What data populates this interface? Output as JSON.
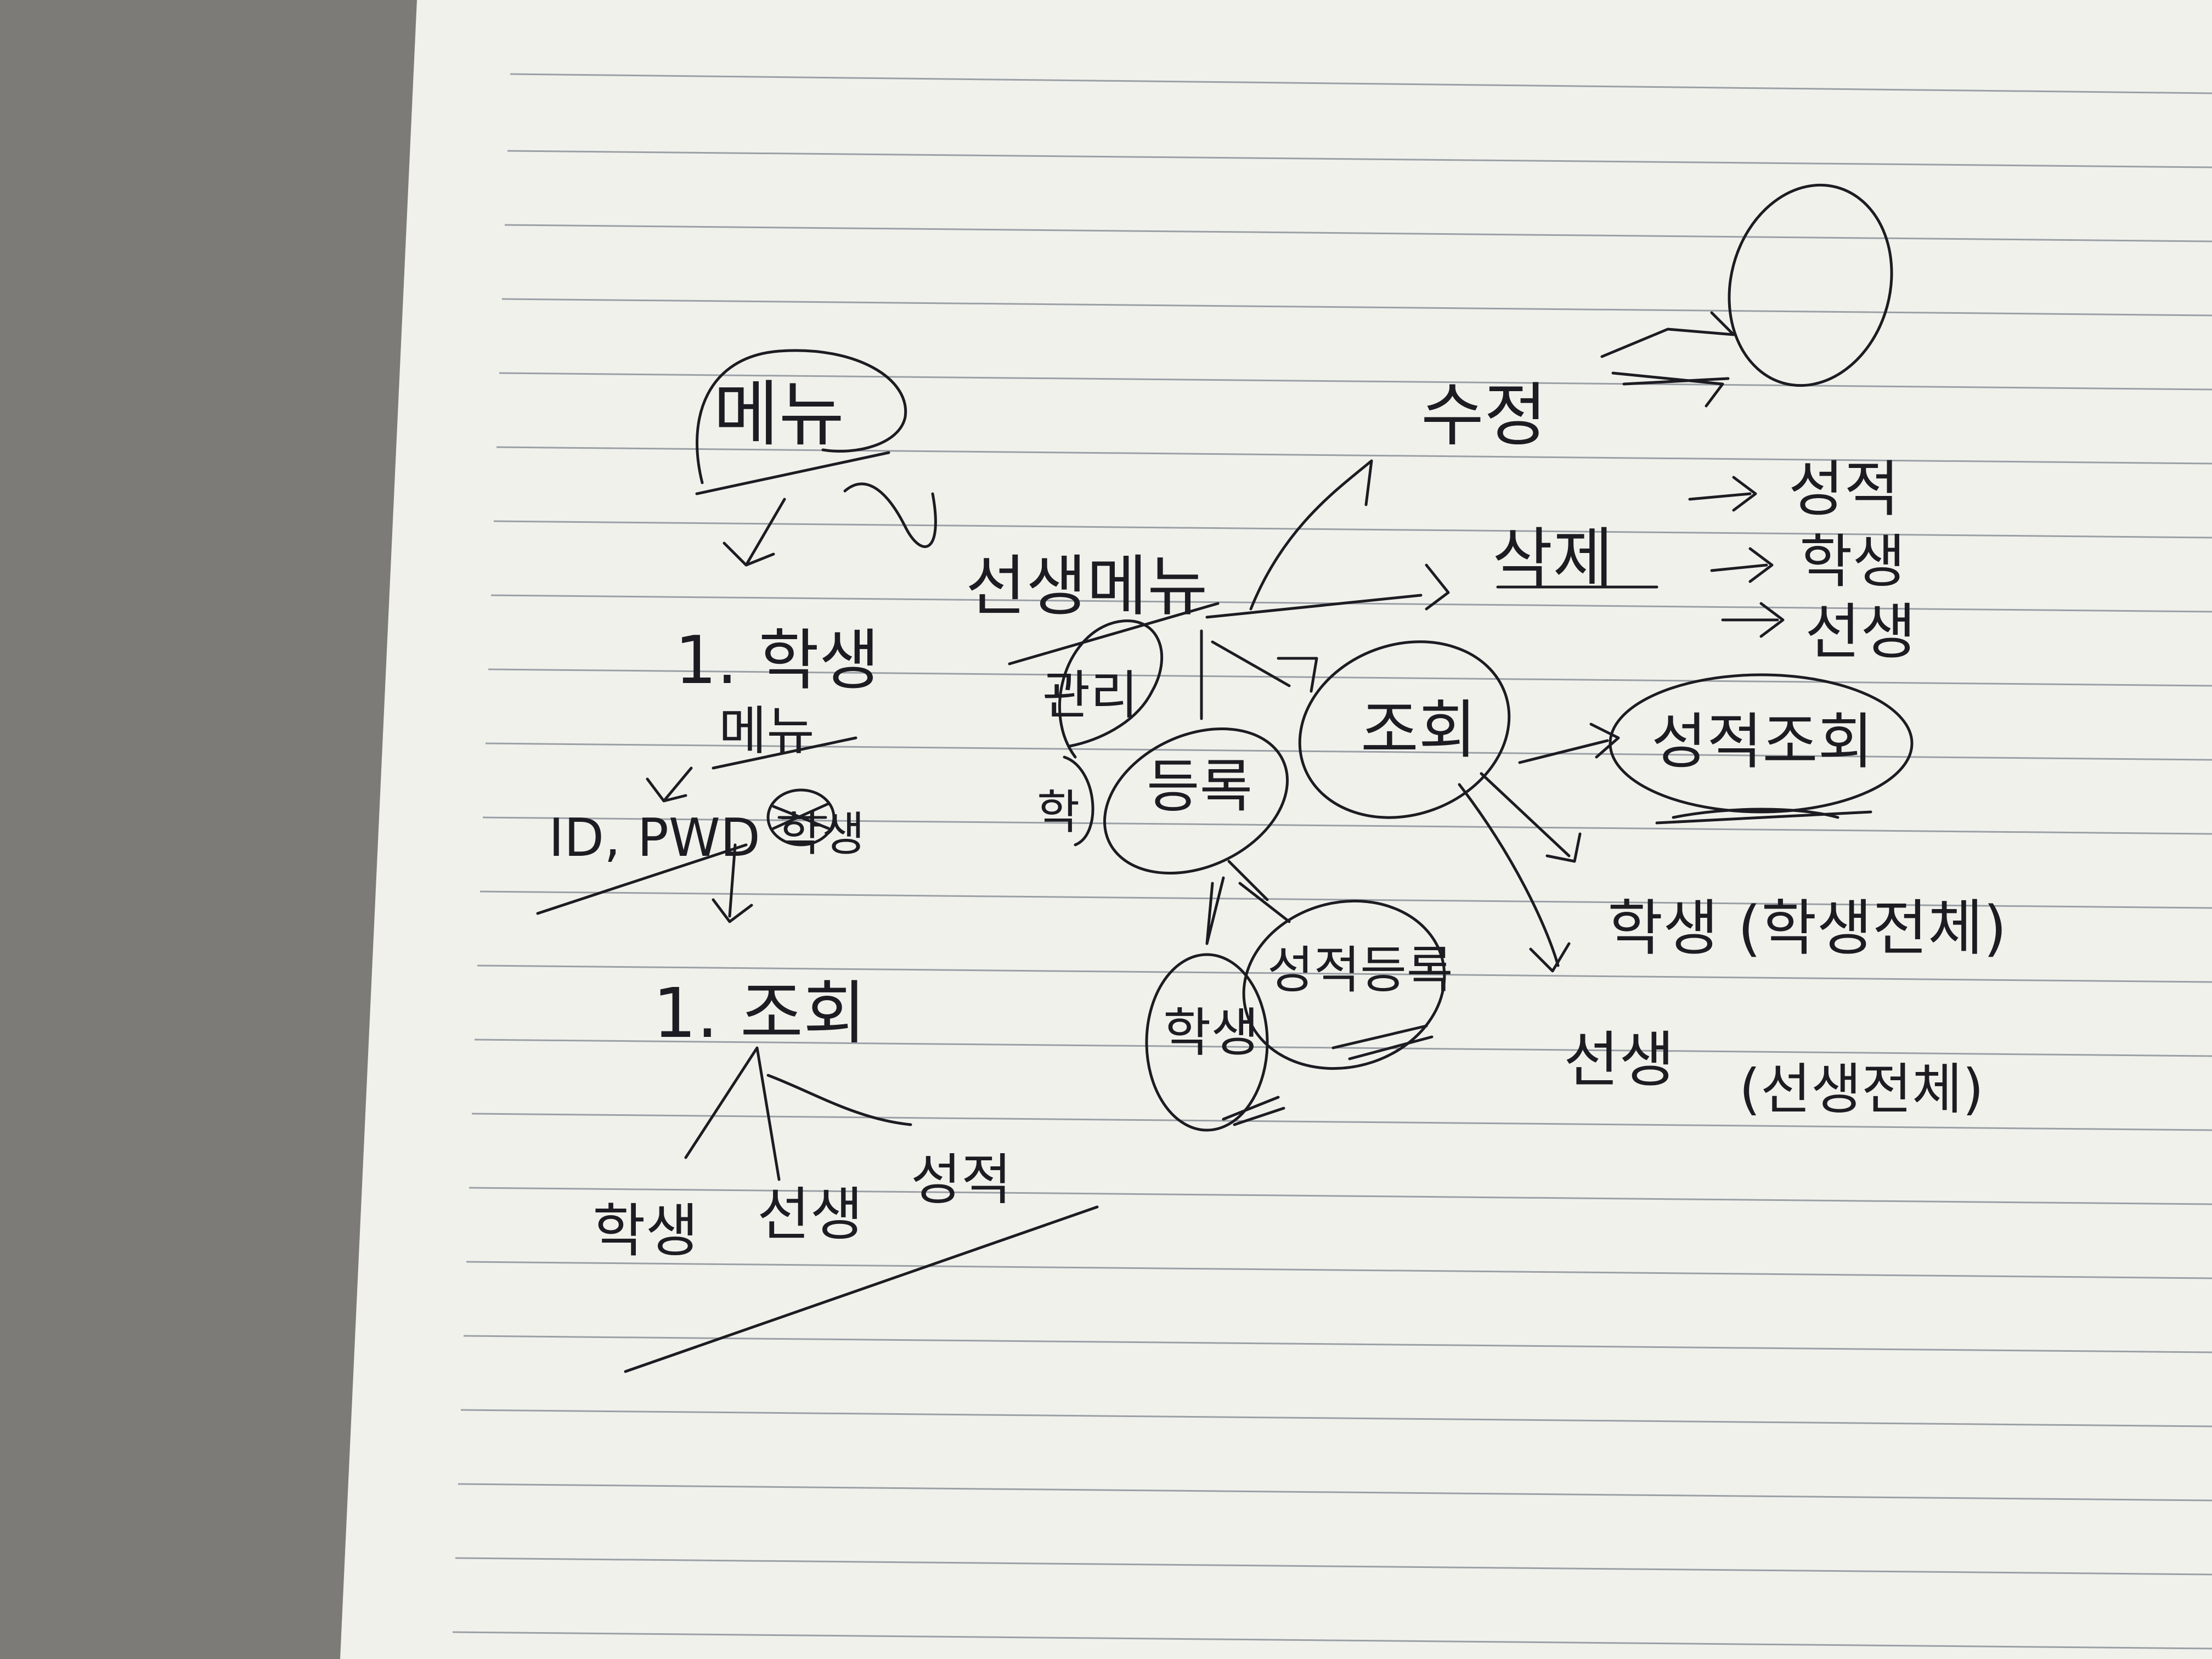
{
  "page": {
    "background_color": "#7d7b77",
    "paper_color": "#f1f1ec",
    "ink_color": "#1c1c22",
    "rule_color": "#9aa0a6"
  },
  "left_flow": {
    "menu_label": "메뉴",
    "student_item": "1. 학생",
    "sub_menu_label": "메뉴",
    "id_pwd": "ID, PWD",
    "scribbled_label": "학생",
    "lookup_item": "1. 조회",
    "branches": [
      "학생",
      "선생",
      "성적"
    ]
  },
  "teacher_flow": {
    "teacher_menu": "선생메뉴",
    "circled_note": "관리",
    "side_note": "학",
    "register": "등록",
    "student_bubble": "학생",
    "grade_register_bubble": "성적등록"
  },
  "right_flow": {
    "edit": "수정",
    "delete": "삭제",
    "delete_targets": [
      "성적",
      "학생",
      "선생"
    ],
    "lookup": "조회",
    "grade_lookup": "성적조회",
    "student_lookup": "학생 (학생전체)",
    "teacher_lookup": "선생",
    "teacher_lookup_note": "(선생전체)"
  }
}
